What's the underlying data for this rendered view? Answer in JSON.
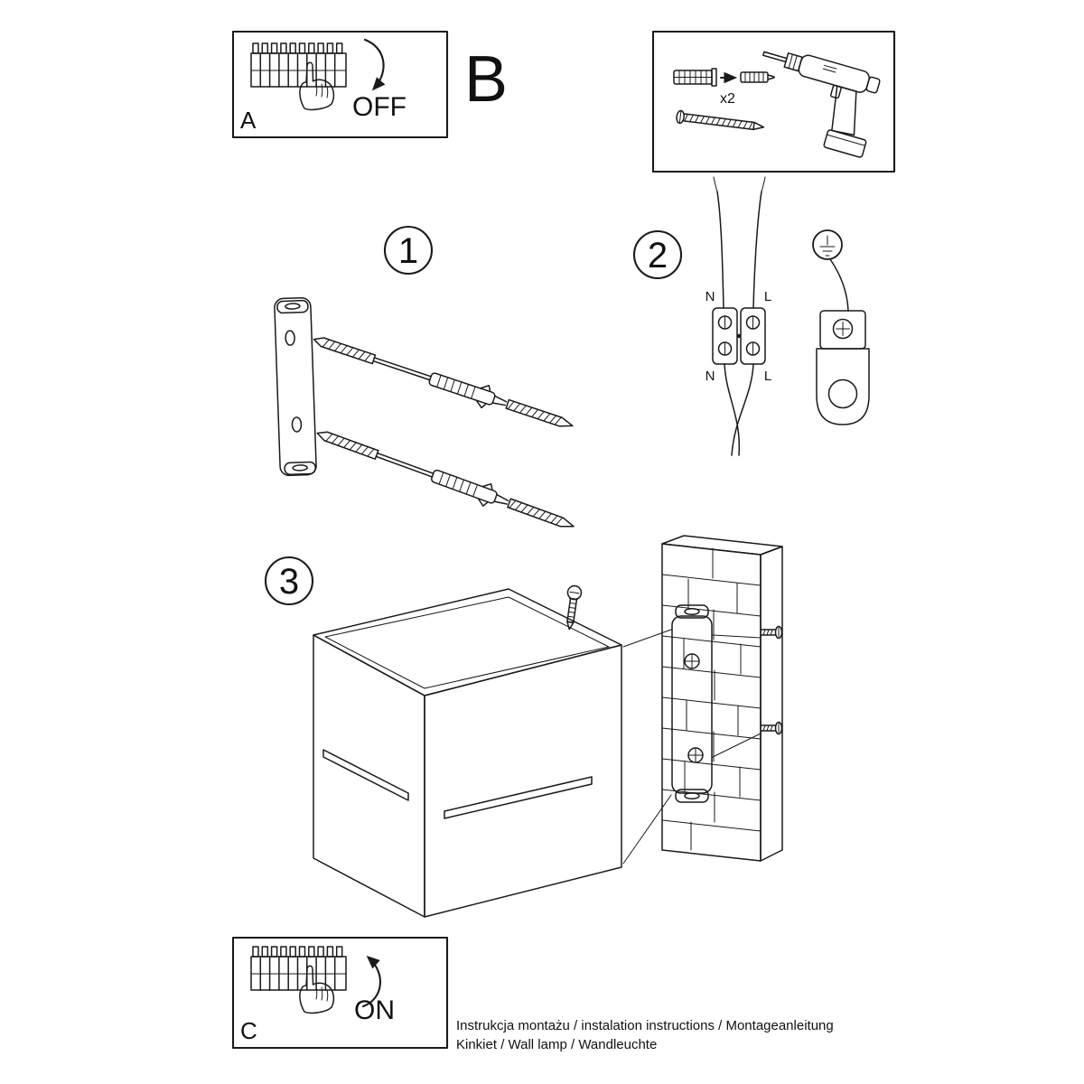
{
  "page": {
    "background": "#ffffff",
    "line_color": "#1a1a1a"
  },
  "labels": {
    "panel_a": "A",
    "panel_b": "B",
    "panel_c": "C",
    "off": "OFF",
    "on": "ON",
    "anchor_count": "x2",
    "step1": "1",
    "step2": "2",
    "step3": "3",
    "wire_top_left": "N",
    "wire_top_right": "L",
    "wire_bottom_left": "N",
    "wire_bottom_right": "L"
  },
  "footer": {
    "line1": "Instrukcja montażu / instalation instructions / Montageanleitung",
    "line2": "Kinkiet / Wall lamp / Wandleuchte"
  }
}
